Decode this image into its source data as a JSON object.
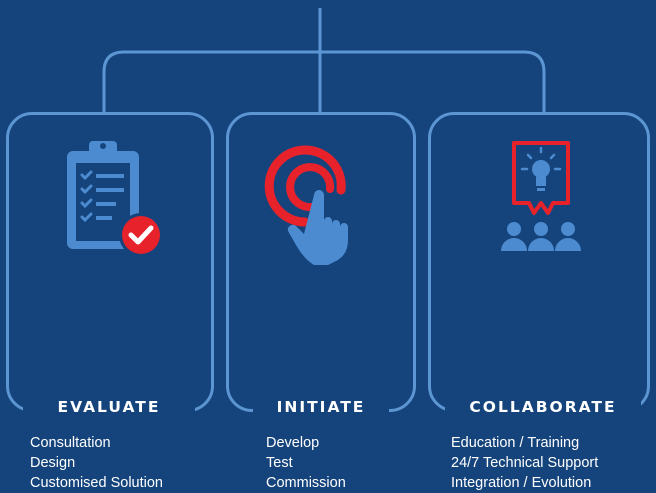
{
  "colors": {
    "background": "#15447c",
    "line": "#5b95d2",
    "accent": "#e8222b",
    "icon_light": "#4c8bd0"
  },
  "columns": [
    {
      "title": "EVALUATE",
      "icon": "clipboard-check-icon",
      "items": [
        "Consultation",
        "Design",
        "Customised Solution"
      ]
    },
    {
      "title": "INITIATE",
      "icon": "touch-target-icon",
      "items": [
        "Develop",
        "Test",
        "Commission"
      ]
    },
    {
      "title": "COLLABORATE",
      "icon": "presentation-idea-icon",
      "items": [
        "Education / Training",
        "24/7 Technical Support",
        "Integration / Evolution"
      ]
    }
  ]
}
